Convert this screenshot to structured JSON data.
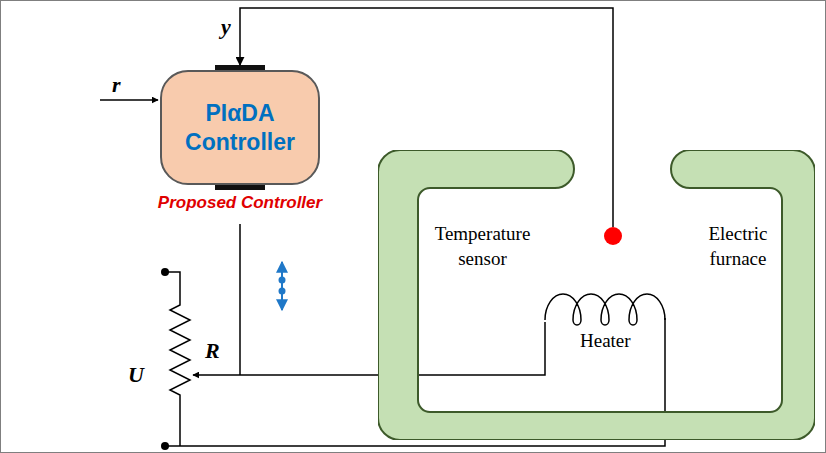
{
  "diagram": {
    "nodes": [
      {
        "text": [
          "PIαDA Controller",
          "Proposed Controller"
        ]
      },
      {
        "text": [
          "Electric furnace"
        ]
      }
    ],
    "edges": [
      {
        "from": 1,
        "to": 0,
        "arrow": "to",
        "label": "y"
      }
    ],
    "labels": [
      "r",
      "Temperature sensor",
      "Heater",
      "R",
      "U"
    ]
  }
}
